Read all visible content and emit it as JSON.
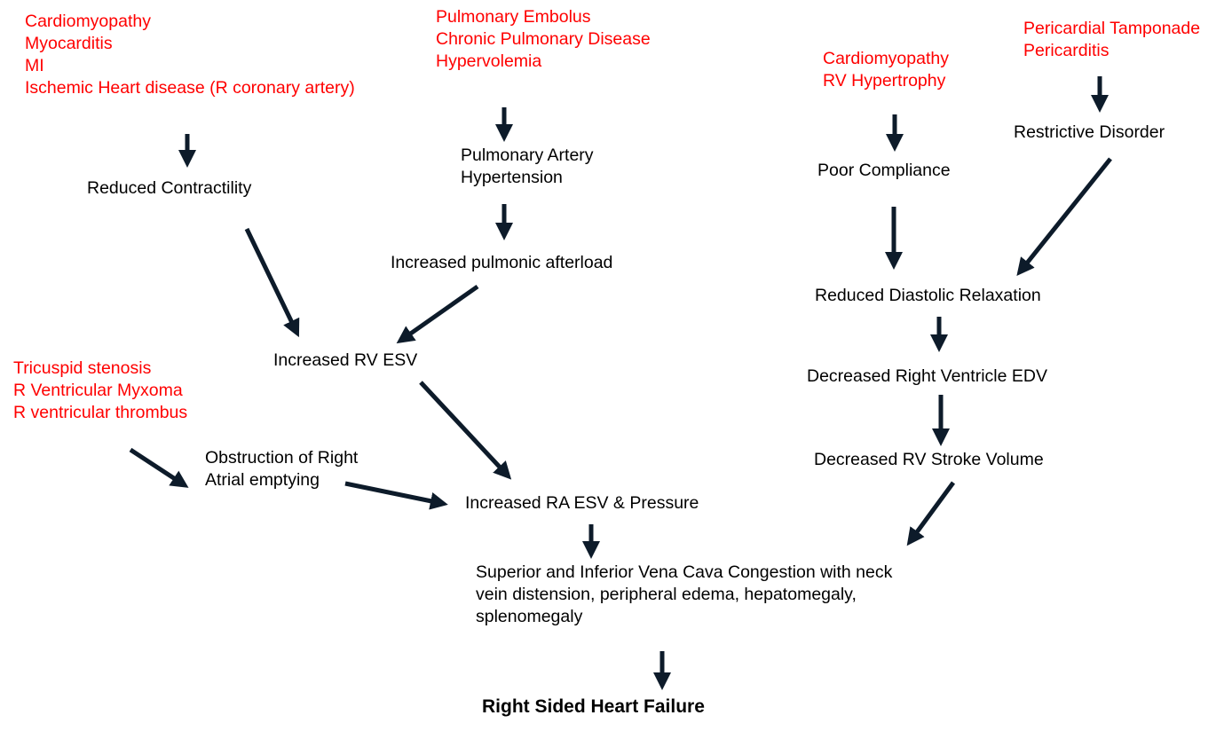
{
  "colors": {
    "cause_text": "#ff0000",
    "node_text": "#000000",
    "arrow": "#0d1b2a"
  },
  "causes": {
    "left_top": [
      "Cardiomyopathy",
      "Myocarditis",
      "MI",
      "Ischemic Heart disease (R coronary artery)"
    ],
    "middle_top": [
      "Pulmonary Embolus",
      "Chronic Pulmonary Disease",
      "Hypervolemia"
    ],
    "right_compliance": [
      "Cardiomyopathy",
      "RV Hypertrophy"
    ],
    "far_right": [
      "Pericardial Tamponade",
      "Pericarditis"
    ],
    "left_obstruction": [
      "Tricuspid stenosis",
      "R Ventricular Myxoma",
      "R ventricular thrombus"
    ]
  },
  "nodes": {
    "reduced_contractility": "Reduced Contractility",
    "pulmonary_artery_hypertension": [
      "Pulmonary Artery",
      "Hypertension"
    ],
    "increased_afterload": "Increased pulmonic afterload",
    "poor_compliance": "Poor Compliance",
    "restrictive_disorder": "Restrictive Disorder",
    "reduced_diastolic_relaxation": "Reduced Diastolic Relaxation",
    "increased_rv_esv": "Increased RV ESV",
    "decreased_rv_edv": "Decreased Right Ventricle EDV",
    "obstruction_ra": [
      "Obstruction of Right",
      "Atrial emptying"
    ],
    "decreased_rv_stroke_volume": "Decreased RV Stroke Volume",
    "increased_ra_esv": "Increased RA ESV & Pressure",
    "vena_cava_congestion": [
      "Superior and Inferior Vena Cava Congestion with neck",
      "vein distension, peripheral edema, hepatomegaly,",
      "splenomegaly"
    ],
    "final_outcome": "Right Sided Heart Failure"
  }
}
